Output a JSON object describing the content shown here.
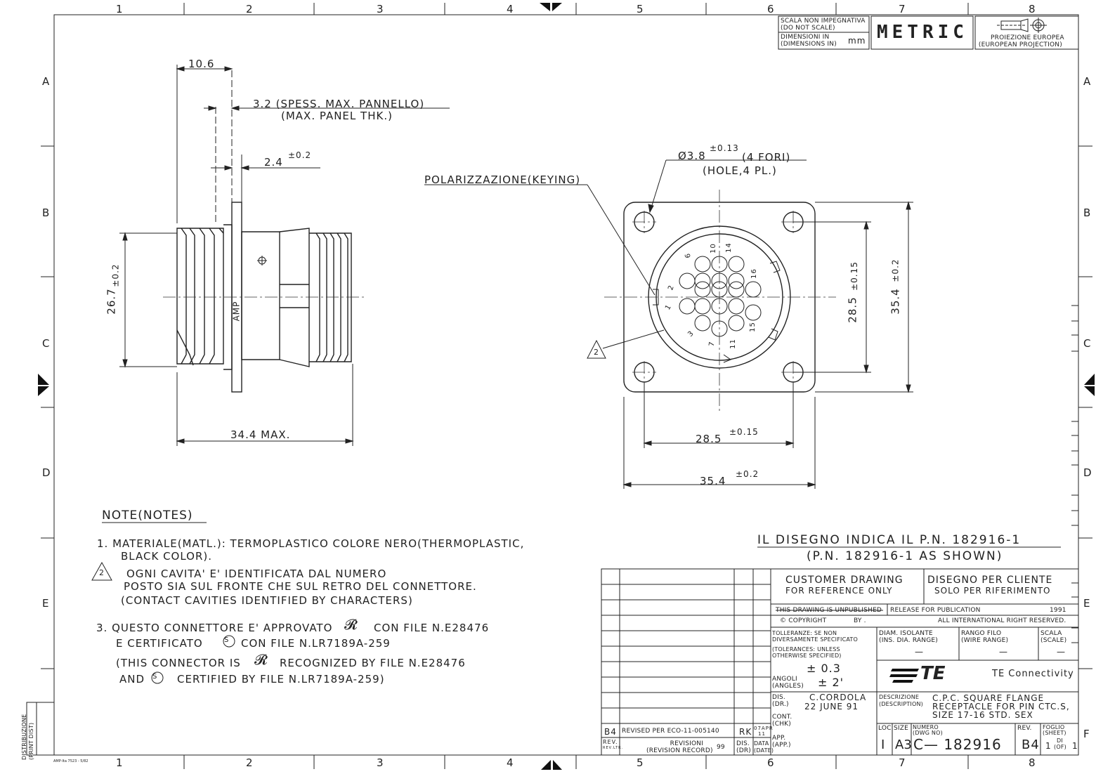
{
  "frame": {
    "col_labels": [
      "1",
      "2",
      "3",
      "4",
      "5",
      "6",
      "7",
      "8"
    ],
    "row_labels": [
      "A",
      "B",
      "C",
      "D",
      "E",
      "F"
    ],
    "side_label": [
      "DISTRIBUZIONE",
      "(PRINT DIST)"
    ],
    "form_number": "AMP-Ita 7523 - 5/82"
  },
  "header_box": {
    "scale_note": [
      "SCALA NON IMPEGNATIVA",
      "(DO NOT SCALE)"
    ],
    "dims_label": [
      "DIMENSIONI IN",
      "(DIMENSIONS IN)"
    ],
    "dims_unit": "mm",
    "metric": "METRIC",
    "projection": [
      "PROIEZIONE EUROPEA",
      "(EUROPEAN PROJECTION)"
    ]
  },
  "side_view": {
    "dim_top": "10.6",
    "panel_thk": [
      "3.2 (SPESS. MAX. PANNELLO)",
      "(MAX. PANEL THK.)"
    ],
    "dim_flange": "2.4",
    "dim_flange_tol": "±0.2",
    "dim_height": "26.7",
    "dim_height_tol": "±0.2",
    "dim_length": "34.4 MAX.",
    "brand_mark": "AMP"
  },
  "front_view": {
    "keying": "POLARIZZAZIONE(KEYING)",
    "hole_dim": "Ø3.8",
    "hole_tol": "±0.13",
    "hole_note": [
      "(4 FORI)",
      "(HOLE,4 PL.)"
    ],
    "dim_h1": "28.5",
    "dim_h1_tol": "±0.15",
    "dim_h2": "35.4",
    "dim_h2_tol": "±0.2",
    "dim_v1": "28.5",
    "dim_v1_tol": "±0.15",
    "dim_v2": "35.4",
    "dim_v2_tol": "±0.2",
    "cavities": [
      "1",
      "2",
      "3",
      "6",
      "7",
      "10",
      "11",
      "14",
      "15",
      "16"
    ],
    "callout": "2"
  },
  "notes": {
    "title": "NOTE(NOTES)",
    "n1": [
      "1. MATERIALE(MATL.): TERMOPLASTICO COLORE NERO(THERMOPLASTIC,",
      "BLACK COLOR)."
    ],
    "n2_mark": "2",
    "n2": [
      "OGNI CAVITA' E' IDENTIFICATA DAL NUMERO",
      "POSTO SIA SUL FRONTE CHE SUL RETRO DEL CONNETTORE.",
      "(CONTACT CAVITIES IDENTIFIED BY CHARACTERS)"
    ],
    "n3": [
      "3. QUESTO CONNETTORE E' APPROVATO",
      "CON FILE N.E28476",
      "E CERTIFICATO",
      "CON FILE N.LR7189A-259",
      "(THIS CONNECTOR IS",
      "RECOGNIZED BY FILE N.E28476",
      "AND",
      "CERTIFIED BY FILE N.LR7189A-259)"
    ]
  },
  "part_note": [
    "IL DISEGNO INDICA IL P.N. 182916-1",
    "(P.N. 182916-1 AS SHOWN)"
  ],
  "title_block": {
    "customer": [
      "CUSTOMER DRAWING",
      "FOR REFERENCE ONLY"
    ],
    "disegno": [
      "DISEGNO PER CLIENTE",
      "SOLO PER RIFERIMENTO"
    ],
    "unpublished": "THIS DRAWING IS UNPUBLISHED",
    "release": "RELEASE FOR PUBLICATION",
    "year": "1991",
    "copyright": "© COPYRIGHT",
    "by": "BY .",
    "rights": "ALL INTERNATIONAL RIGHT RESERVED.",
    "tol_label": [
      "TOLLERANZE: SE NON",
      "DIVERSAMENTE SPECIFICATO",
      "(TOLERANCES: UNLESS",
      "OTHERWISE SPECIFIED)"
    ],
    "tol_value": "± 0.3",
    "angles_label": [
      "ANGOLI",
      "(ANGLES)"
    ],
    "angles_value": "± 2'",
    "ins_dia": [
      "DIAM. ISOLANTE",
      "(INS. DIA. RANGE)"
    ],
    "wire_range": [
      "RANGO FILO",
      "(WIRE RANGE)"
    ],
    "scale": [
      "SCALA",
      "(SCALE)"
    ],
    "dash": "—",
    "company_logo": "TE",
    "company": "TE Connectivity",
    "dis_label": [
      "DIS.",
      "(DR.)"
    ],
    "drawn_by": "C.CORDOLA",
    "drawn_date": "22 JUNE 91",
    "cont_label": [
      "CONT.",
      "(CHK)"
    ],
    "app_label": [
      "APP.",
      "(APP.)"
    ],
    "desc_label": [
      "DESCRIZIONE",
      "(DESCRIPTION)"
    ],
    "description": [
      "C.P.C. SQUARE FLANGE",
      "RECEPTACLE FOR PIN CTC.S,",
      "SIZE 17-16 STD. SEX"
    ],
    "loc_label": "LOC.",
    "size_label": "SIZE",
    "numero_label": [
      "NUMERO",
      "(DWG NO)"
    ],
    "rev_label": "REV.",
    "sheet_label": [
      "FOGLIO",
      "(SHEET)"
    ],
    "loc": "I",
    "size": "A3",
    "dwg_no": "C— 182916",
    "rev": "B4",
    "sheet": "1",
    "sheet_of_label": [
      "DI",
      "(OF)"
    ],
    "sheet_total": "1",
    "rev_row": {
      "rev": "B4",
      "desc": "REVISED PER ECO-11-005140",
      "by": "RK",
      "date": [
        "07APR",
        "11"
      ]
    },
    "rev_header": {
      "rev": [
        "REV.",
        "REV.LTR."
      ],
      "revisioni": [
        "REVISIONI",
        "(REVISION RECORD)"
      ],
      "code": "99",
      "dis": [
        "DIS.",
        "(DR)"
      ],
      "data": [
        "DATA",
        "(DATE)"
      ]
    }
  }
}
